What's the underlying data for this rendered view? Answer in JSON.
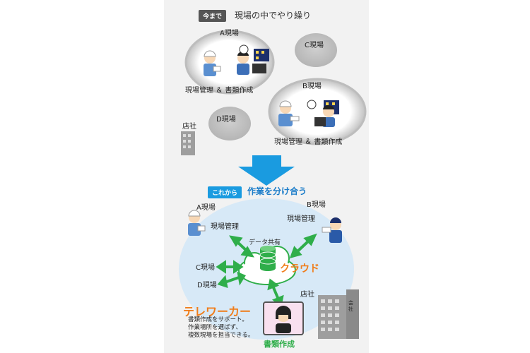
{
  "top": {
    "tag": "今まで",
    "heading": "現場の中でやり繰り",
    "site_a": "A現場",
    "site_b": "B現場",
    "site_c": "C現場",
    "site_d": "D現場",
    "store": "店社",
    "caption_a": "現場管理 ＆ 書類作成",
    "caption_b": "現場管理 ＆ 書類作成"
  },
  "bottom": {
    "tag": "これから",
    "heading": "作業を分け合う",
    "site_a": "A現場",
    "site_b": "B現場",
    "site_c": "C現場",
    "site_d": "D現場",
    "mgmt_a": "現場管理",
    "mgmt_b": "現場管理",
    "data_share": "データ共有",
    "cloud": "クラウド",
    "store": "店社",
    "teleworker": "テレワーカー",
    "desc_lines": [
      "書類作成をサポート。",
      "作業場所を選ばず、",
      "複数現場を担当できる。"
    ],
    "doc_work": "書類作成",
    "building_sign": "会社"
  },
  "colors": {
    "arrow_blue": "#1a9be0",
    "green": "#2fae4a",
    "orange": "#f07d1a",
    "bubble_grey": "#c8c8c8",
    "cloud_blue": "#d7e9f7"
  }
}
